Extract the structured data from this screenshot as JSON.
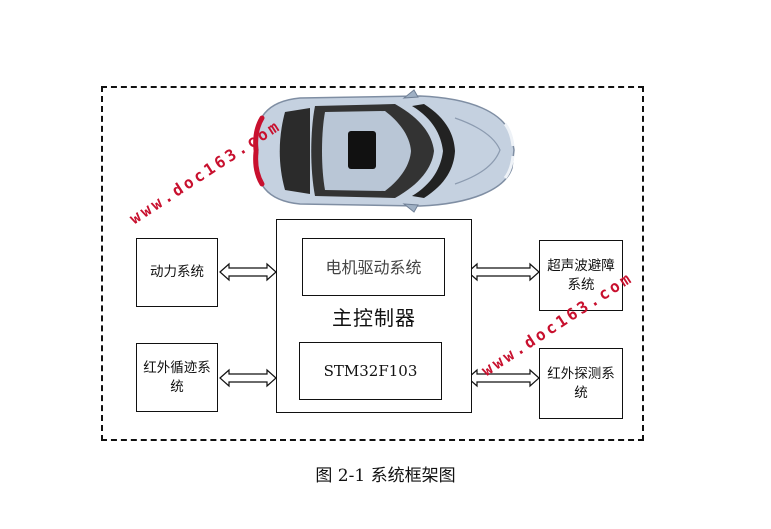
{
  "diagram": {
    "blocks": {
      "power": "动力系统",
      "line_follow": "红外循迹系统",
      "motor_drive": "电机驱动系统",
      "main_controller": "主控制器",
      "mcu": "STM32F103",
      "ultrasonic": "超声波避障系统",
      "ir_detect": "红外探测系统"
    },
    "caption": "图 2-1  系统框架图"
  },
  "watermarks": [
    "www.doc163.com",
    "www.doc163.com"
  ],
  "colors": {
    "car_body": "#c5d1e0",
    "car_glass": "#2b2b2b",
    "watermark": "#c8102e",
    "line": "#111111"
  },
  "icons": [
    "car-illustration",
    "double-arrow"
  ]
}
